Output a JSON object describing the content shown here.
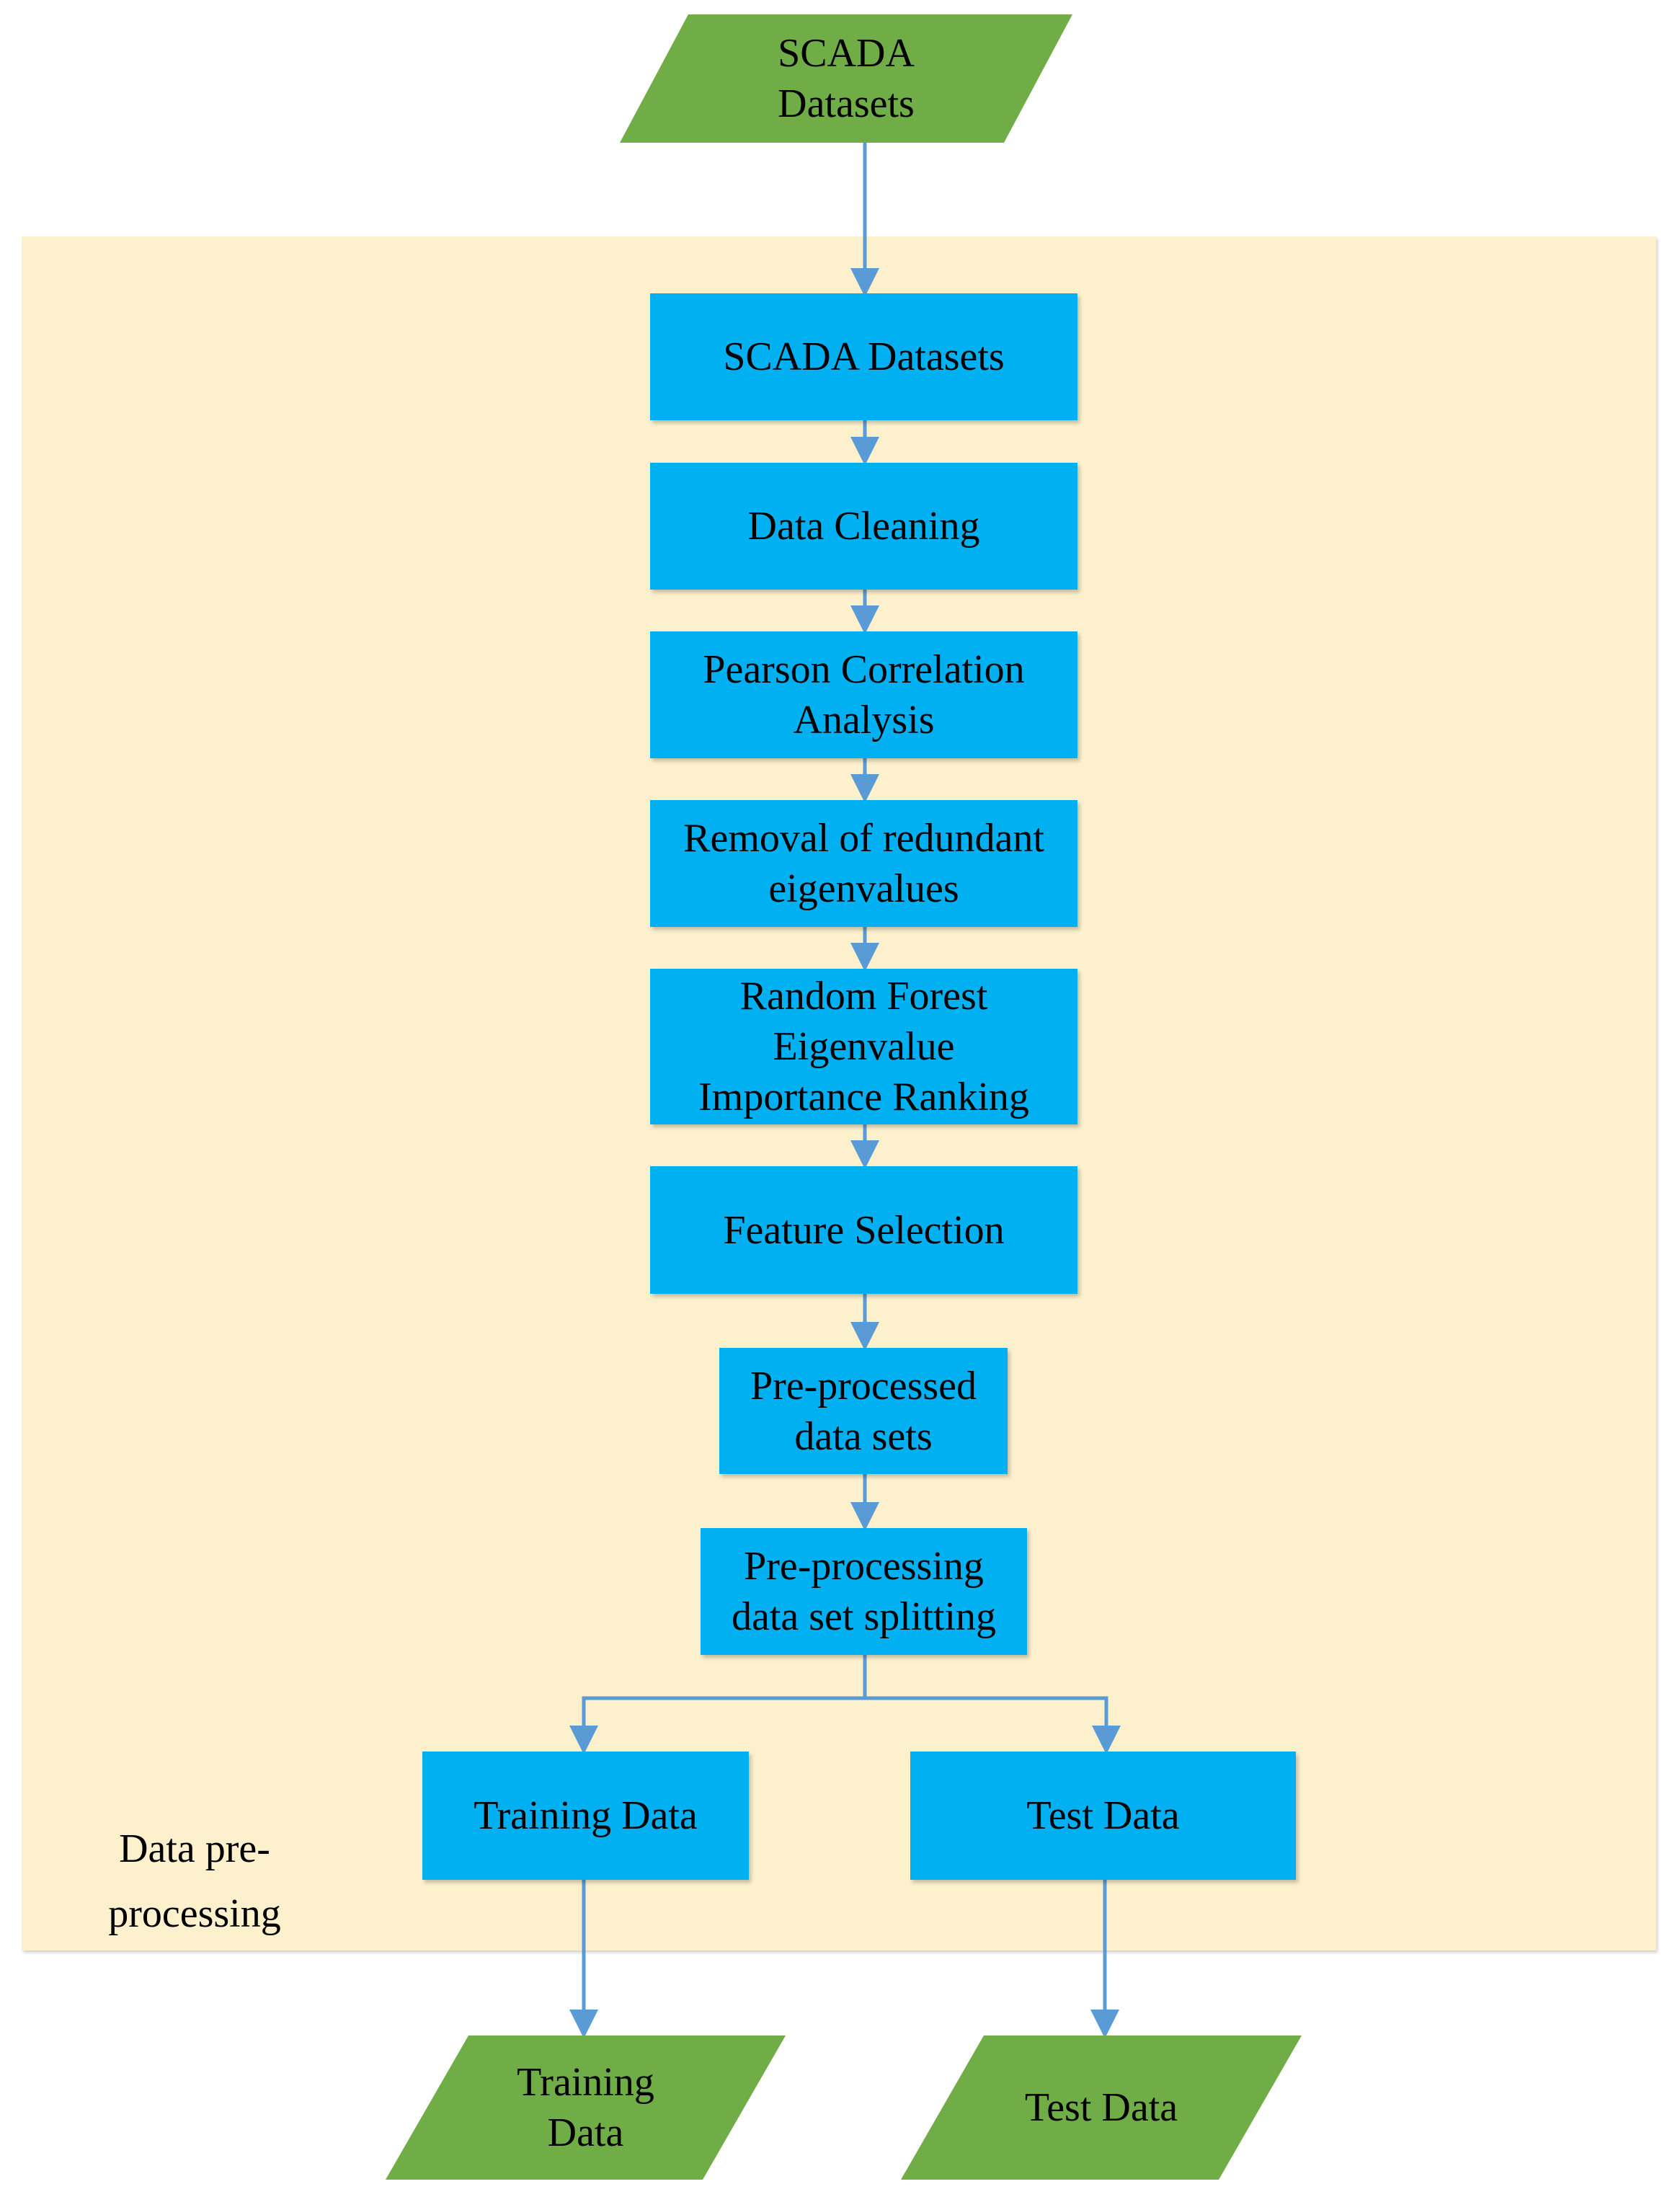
{
  "colors": {
    "process_box": "#00b0f0",
    "io_shape": "#70ad47",
    "region_bg": "#fdf0cc",
    "arrow": "#5b9bd5"
  },
  "inputs": {
    "scada_datasets": "SCADA\nDatasets"
  },
  "region": {
    "label": "Data pre-\nprocessing"
  },
  "steps": {
    "scada_datasets": "SCADA Datasets",
    "data_cleaning": "Data Cleaning",
    "pearson_correlation": "Pearson Correlation\nAnalysis",
    "removal_redundant": "Removal of redundant\neigenvalues",
    "random_forest": "Random Forest\nEigenvalue\nImportance Ranking",
    "feature_selection": "Feature Selection",
    "preprocessed_sets": "Pre-processed\ndata sets",
    "splitting": "Pre-processing\ndata set splitting",
    "training_data": "Training Data",
    "test_data": "Test Data"
  },
  "outputs": {
    "training_data": "Training\nData",
    "test_data": "Test Data"
  }
}
